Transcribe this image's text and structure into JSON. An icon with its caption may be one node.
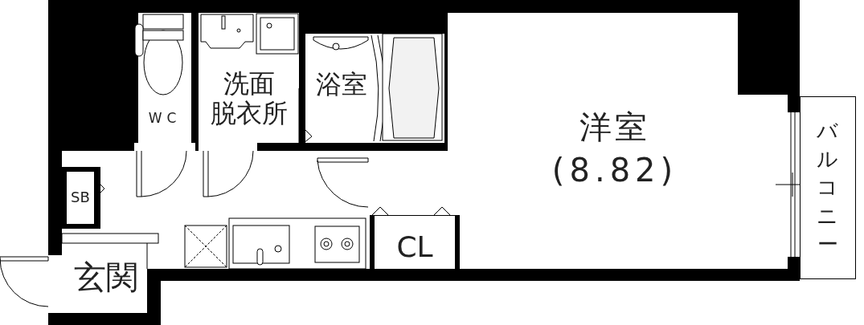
{
  "diagram": {
    "nodes": [
      {
        "text": [
          "WC"
        ]
      },
      {
        "text": [
          "洗面脱衣所"
        ]
      },
      {
        "text": [
          "浴室"
        ]
      },
      {
        "text": [
          "洋室",
          "(8.82)"
        ]
      },
      {
        "text": [
          "SB"
        ]
      },
      {
        "text": [
          "CL"
        ]
      },
      {
        "text": [
          "玄関"
        ]
      },
      {
        "text": [
          "バルコニー"
        ]
      }
    ]
  }
}
